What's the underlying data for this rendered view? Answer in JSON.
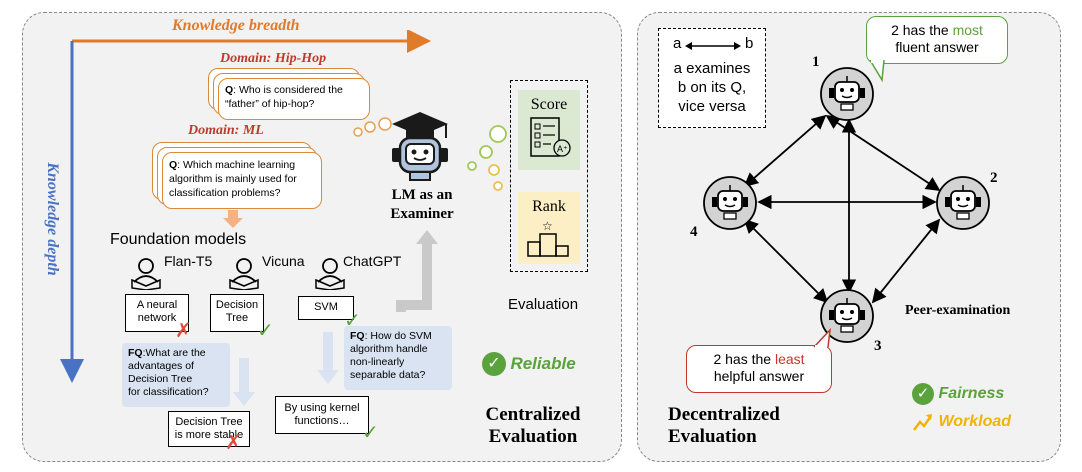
{
  "left_panel": {
    "knowledge_breadth": "Knowledge breadth",
    "knowledge_depth": "Knowledge depth",
    "domain_hiphop": "Domain: Hip-Hop",
    "hiphop_q_prefix": "Q",
    "hiphop_q_line1": ": Who is considered the",
    "hiphop_q_line2": "“father” of hip-hop?",
    "domain_ml": "Domain: ML",
    "ml_q_prefix": "Q",
    "ml_q_line1": ": Which machine learning",
    "ml_q_line2": "algorithm is mainly used for",
    "ml_q_line3": "classification problems?",
    "foundation_models": "Foundation models",
    "models": [
      "Flan-T5",
      "Vicuna",
      "ChatGPT"
    ],
    "answers": {
      "flan_line1": "A neural",
      "flan_line2": "network",
      "vicuna_line1": "Decision",
      "vicuna_line2": "Tree",
      "chatgpt": "SVM"
    },
    "fq1_prefix": "FQ",
    "fq1_line1": ":What are the",
    "fq1_line2": "advantages of",
    "fq1_line3": "Decision Tree",
    "fq1_line4": "for classification?",
    "fq2_prefix": "FQ",
    "fq2_line1": ": How do SVM",
    "fq2_line2": "algorithm handle",
    "fq2_line3": "non-linearly",
    "fq2_line4": "separable data?",
    "ans2_line1": "Decision Tree",
    "ans2_line2": "is more stable",
    "ans3_line1": "By using kernel",
    "ans3_line2": "functions…",
    "examiner_line1": "LM as an",
    "examiner_line2": "Examiner",
    "score": "Score",
    "rank": "Rank",
    "evaluation": "Evaluation",
    "reliable": "Reliable",
    "centralized_line1": "Centralized",
    "centralized_line2": "Evaluation"
  },
  "right_panel": {
    "legend_a": "a",
    "legend_b": "b",
    "legend_line1": "a examines",
    "legend_line2": "b on its Q,",
    "legend_line3": "vice versa",
    "node_labels": [
      "1",
      "2",
      "3",
      "4"
    ],
    "bubble_top_pre": "2 has the ",
    "bubble_top_hl": "most",
    "bubble_top_line2": "fluent answer",
    "bubble_bottom_pre": "2 has the ",
    "bubble_bottom_hl": "least",
    "bubble_bottom_line2": "helpful answer",
    "peer_examination": "Peer-examination",
    "fairness": "Fairness",
    "workload": "Workload",
    "decentralized_line1": "Decentralized",
    "decentralized_line2": "Evaluation"
  },
  "colors": {
    "orange": "#e07b2a",
    "blue": "#4a72c4",
    "red": "#c0392b",
    "green": "#5aa33c",
    "yellow": "#f0b400"
  }
}
